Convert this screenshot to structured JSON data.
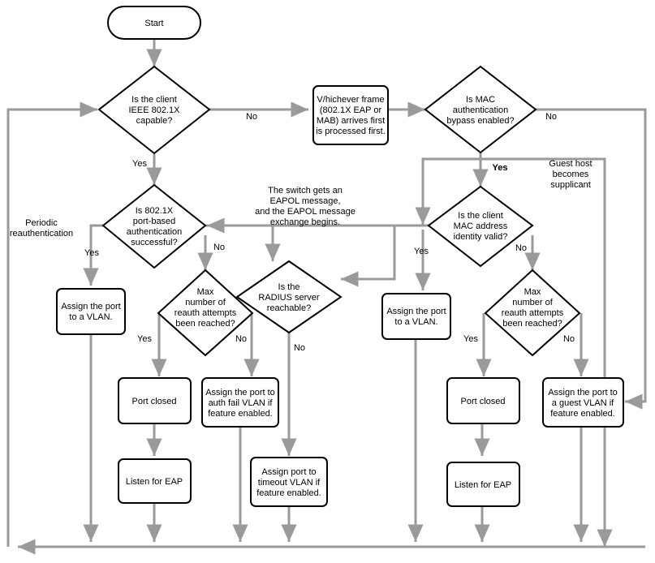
{
  "diagram": {
    "title": "IEEE 802.1X / MAB Authentication Flowchart",
    "type": "flowchart",
    "colors": {
      "shape_stroke": "#000000",
      "shape_fill": "#ffffff",
      "connector": "#9a9a9a",
      "text": "#000000",
      "background": "#ffffff"
    },
    "nodes": {
      "start": {
        "shape": "terminator",
        "label": "Start"
      },
      "d_client_dot1x": {
        "shape": "decision",
        "line1": "Is the client",
        "line2": "IEEE 802.1X",
        "line3": "capable?"
      },
      "p_whichever_frame": {
        "shape": "process",
        "line1": "V/hichever frame",
        "line2": "(802.1X EAP or",
        "line3": "MAB) arrives first",
        "line4": "is processed first."
      },
      "d_mab_enabled": {
        "shape": "decision",
        "line1": "Is MAC",
        "line2": "authentication",
        "line3": "bypass enabled?"
      },
      "d_dot1x_success": {
        "shape": "decision",
        "line1": "Is 802.1X",
        "line2": "port-based",
        "line3": "authentication",
        "line4": "successful?"
      },
      "d_mac_identity": {
        "shape": "decision",
        "line1": "Is the client",
        "line2": "MAC address",
        "line3": "identity valid?"
      },
      "d_radius": {
        "shape": "decision",
        "line1": "Is the",
        "line2": "RADIUS server",
        "line3": "reachable?"
      },
      "d_max_reauth_left": {
        "shape": "decision",
        "line1": "Max",
        "line2": "number of",
        "line3": "reauth attempts",
        "line4": "been reached?"
      },
      "d_max_reauth_right": {
        "shape": "decision",
        "line1": "Max",
        "line2": "number of",
        "line3": "reauth attempts",
        "line4": "been reached?"
      },
      "p_assign_vlan_left": {
        "shape": "process",
        "line1": "Assign the port",
        "line2": "to a VLAN."
      },
      "p_assign_vlan_right": {
        "shape": "process",
        "line1": "Assign the port",
        "line2": "to a VLAN."
      },
      "p_port_closed_left": {
        "shape": "process",
        "line1": "Port closed"
      },
      "p_port_closed_right": {
        "shape": "process",
        "line1": "Port closed"
      },
      "p_auth_fail_vlan": {
        "shape": "process",
        "line1": "Assign the port to",
        "line2": "auth fail VLAN if",
        "line3": "feature enabled."
      },
      "p_guest_vlan": {
        "shape": "process",
        "line1": "Assign the port to",
        "line2": "a guest VLAN if",
        "line3": "feature enabled."
      },
      "p_timeout_vlan": {
        "shape": "process",
        "line1": "Assign port to",
        "line2": "timeout VLAN if",
        "line3": "feature enabled."
      },
      "p_listen_eap_left": {
        "shape": "process",
        "line1": "Listen for EAP"
      },
      "p_listen_eap_right": {
        "shape": "process",
        "line1": "Listen for EAP"
      }
    },
    "edge_labels": {
      "dot1x_no": "No",
      "dot1x_yes": "Yes",
      "mab_no": "No",
      "mab_yes": "Yes",
      "dot1x_success_yes": "Yes",
      "dot1x_success_no": "No",
      "mac_identity_yes": "Yes",
      "mac_identity_no": "No",
      "radius_no": "No",
      "max_reauth_left_yes": "Yes",
      "max_reauth_left_no": "No",
      "max_reauth_right_yes": "Yes",
      "max_reauth_right_no": "No"
    },
    "annotations": {
      "periodic_reauth": {
        "line1": "Periodic",
        "line2": "reauthentication"
      },
      "eapol_note": {
        "line1": "The switch gets an",
        "line2": "EAPOL message,",
        "line3": "and the EAPOL message",
        "line4": "exchange begins."
      },
      "guest_host": {
        "line1": "Guest host",
        "line2": "becomes",
        "line3": "supplicant"
      }
    }
  }
}
